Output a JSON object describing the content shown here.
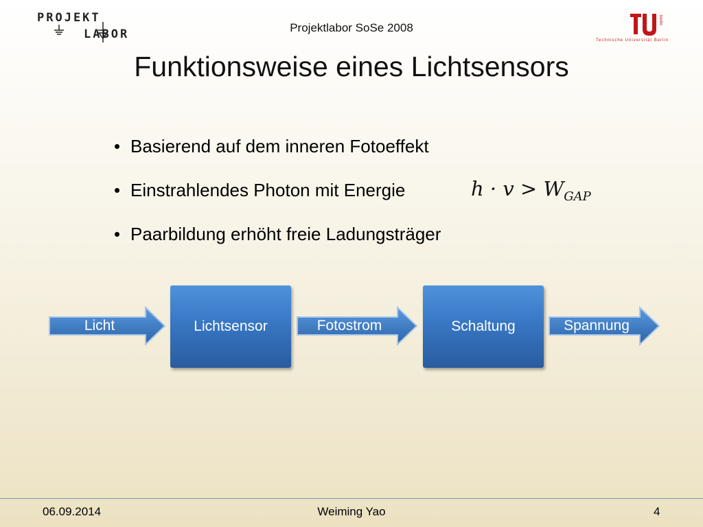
{
  "header": {
    "logo_row1": "PROJEKT",
    "logo_row2": "LABOR",
    "title": "Projektlabor SoSe 2008",
    "tu_logo_caption": "Technische Universität Berlin",
    "tu_logo_vertical": "berlin"
  },
  "slide": {
    "title": "Funktionsweise eines Lichtsensors",
    "bullet_marker": "•",
    "bullets": [
      "Basierend auf dem inneren Fotoeffekt",
      "Einstrahlendes Photon mit Energie",
      "Paarbildung erhöht freie Ladungsträger"
    ],
    "formula": {
      "main": "h · v > W",
      "subscript": "GAP"
    }
  },
  "diagram": {
    "steps": [
      "Licht",
      "Lichtsensor",
      "Fotostrom",
      "Schaltung",
      "Spannung"
    ],
    "colors": {
      "box": "#3877c4",
      "arrow": "#3a7ccc"
    }
  },
  "footer": {
    "date": "06.09.2014",
    "author": "Weiming Yao",
    "page": "4"
  }
}
